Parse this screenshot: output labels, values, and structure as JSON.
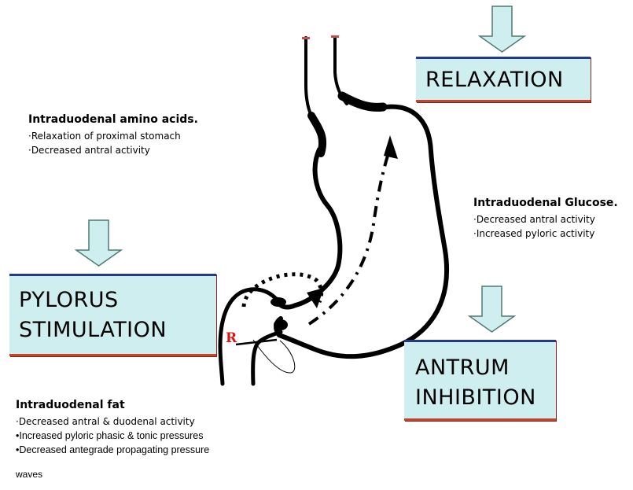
{
  "boxes": {
    "relaxation": "RELAXATION",
    "pylorus": "PYLORUS\nSTIMULATION",
    "antrum": "ANTRUM\nINHIBITION"
  },
  "notes": {
    "amino": {
      "heading": "Intraduodenal amino acids.",
      "items": [
        "·Relaxation of proximal stomach",
        "·Decreased antral activity"
      ]
    },
    "glucose": {
      "heading": "Intraduodenal Glucose.",
      "items": [
        "·Decreased antral activity",
        "·Increased pyloric activity"
      ]
    },
    "fat": {
      "heading": "Intraduodenal fat",
      "items": [
        "·Decreased antral & duodenal activity",
        "•Increased pyloric phasic & tonic pressures",
        "•Decreased antegrade propagating pressure"
      ],
      "tail": "waves"
    }
  },
  "marker": "R",
  "colors": {
    "box_fill": "#cfeef0",
    "box_top_border": "#233a8a",
    "box_bottom_border": "#c4442c",
    "arrow_fill": "#cfeef0",
    "arrow_stroke": "#4f7a72",
    "marker": "#e01010"
  }
}
